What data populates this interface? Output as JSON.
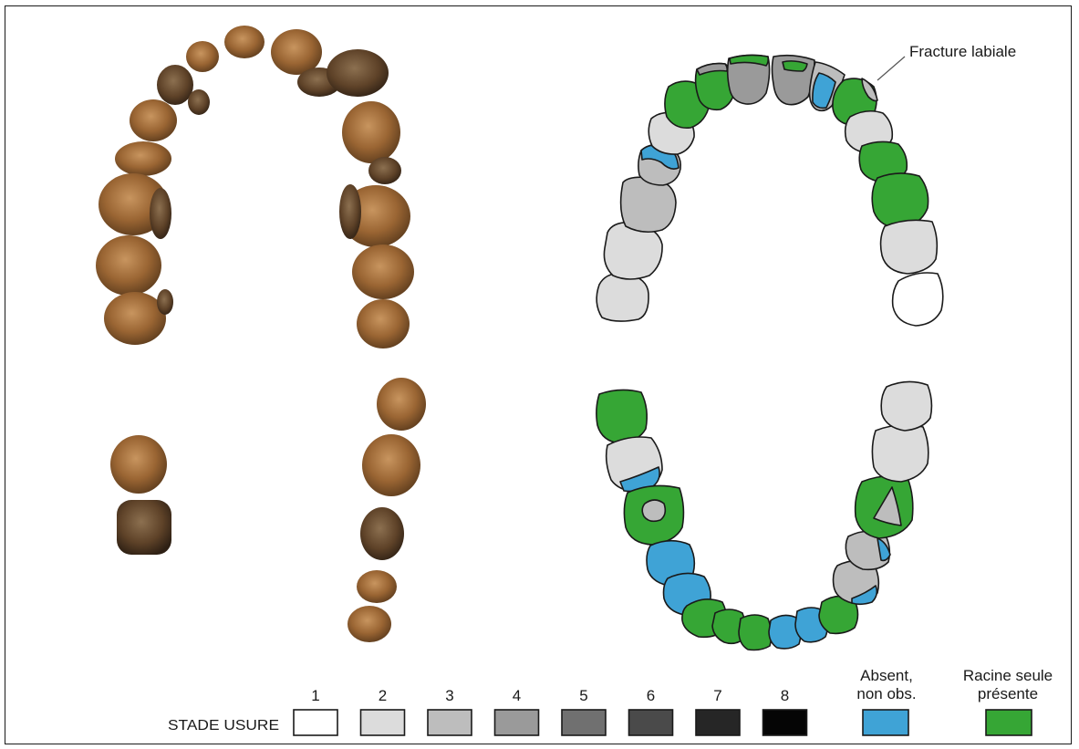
{
  "annotation": {
    "fracture_label": "Fracture labiale"
  },
  "legend": {
    "stade_label": "STADE USURE",
    "stages": [
      {
        "num": "1",
        "color": "#ffffff"
      },
      {
        "num": "2",
        "color": "#dcdcdc"
      },
      {
        "num": "3",
        "color": "#bdbdbd"
      },
      {
        "num": "4",
        "color": "#9a9a9a"
      },
      {
        "num": "5",
        "color": "#707070"
      },
      {
        "num": "6",
        "color": "#4a4a4a"
      },
      {
        "num": "7",
        "color": "#262626"
      },
      {
        "num": "8",
        "color": "#050505"
      }
    ],
    "absent": {
      "line1": "Absent,",
      "line2": "non obs.",
      "color": "#3fa3d6"
    },
    "racine": {
      "line1": "Racine seule",
      "line2": "présente",
      "color": "#36a635"
    }
  },
  "colors": {
    "tooth_photo": "#8a5a2b",
    "tooth_photo_light": "#c49060",
    "tooth_photo_dark": "#4a3018",
    "outline": "#1a1a1a"
  }
}
